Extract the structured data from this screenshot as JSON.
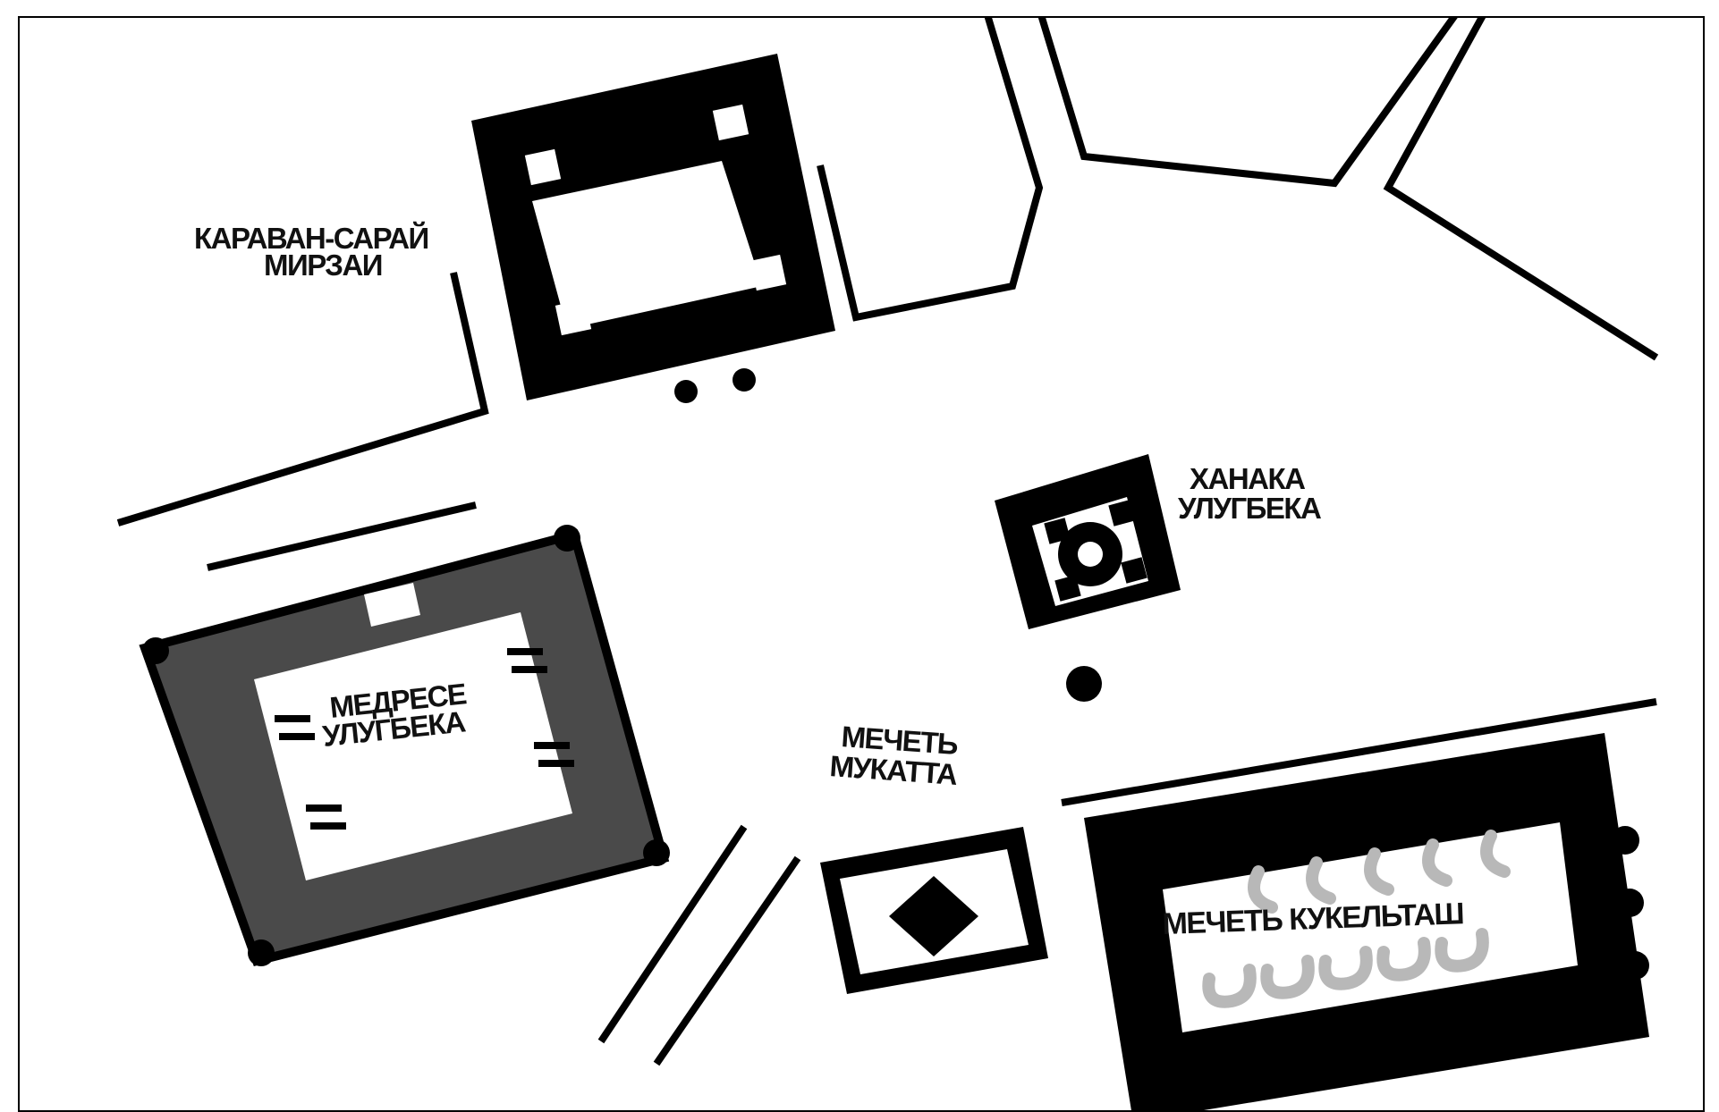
{
  "map": {
    "labels": {
      "caravanserai_line1": "КАРАВАН-САРАЙ",
      "caravanserai_line2": "МИРЗАИ",
      "khanaka_line1": "ХАНАКА",
      "khanaka_line2": "УЛУГБЕКА",
      "madrasa_line1": "МЕДРЕСЕ",
      "madrasa_line2": "УЛУГБЕКА",
      "mosque_mukatta_line1": "МЕЧЕТЬ",
      "mosque_mukatta_line2": "МУКАТТА",
      "mosque_kukeltash": "МЕЧЕТЬ КУКЕЛЬТАШ"
    },
    "colors": {
      "building": "#000000",
      "madrasa_wall": "#4a4a4a",
      "arch_mark": "#b8b8b8",
      "background": "#ffffff"
    }
  }
}
